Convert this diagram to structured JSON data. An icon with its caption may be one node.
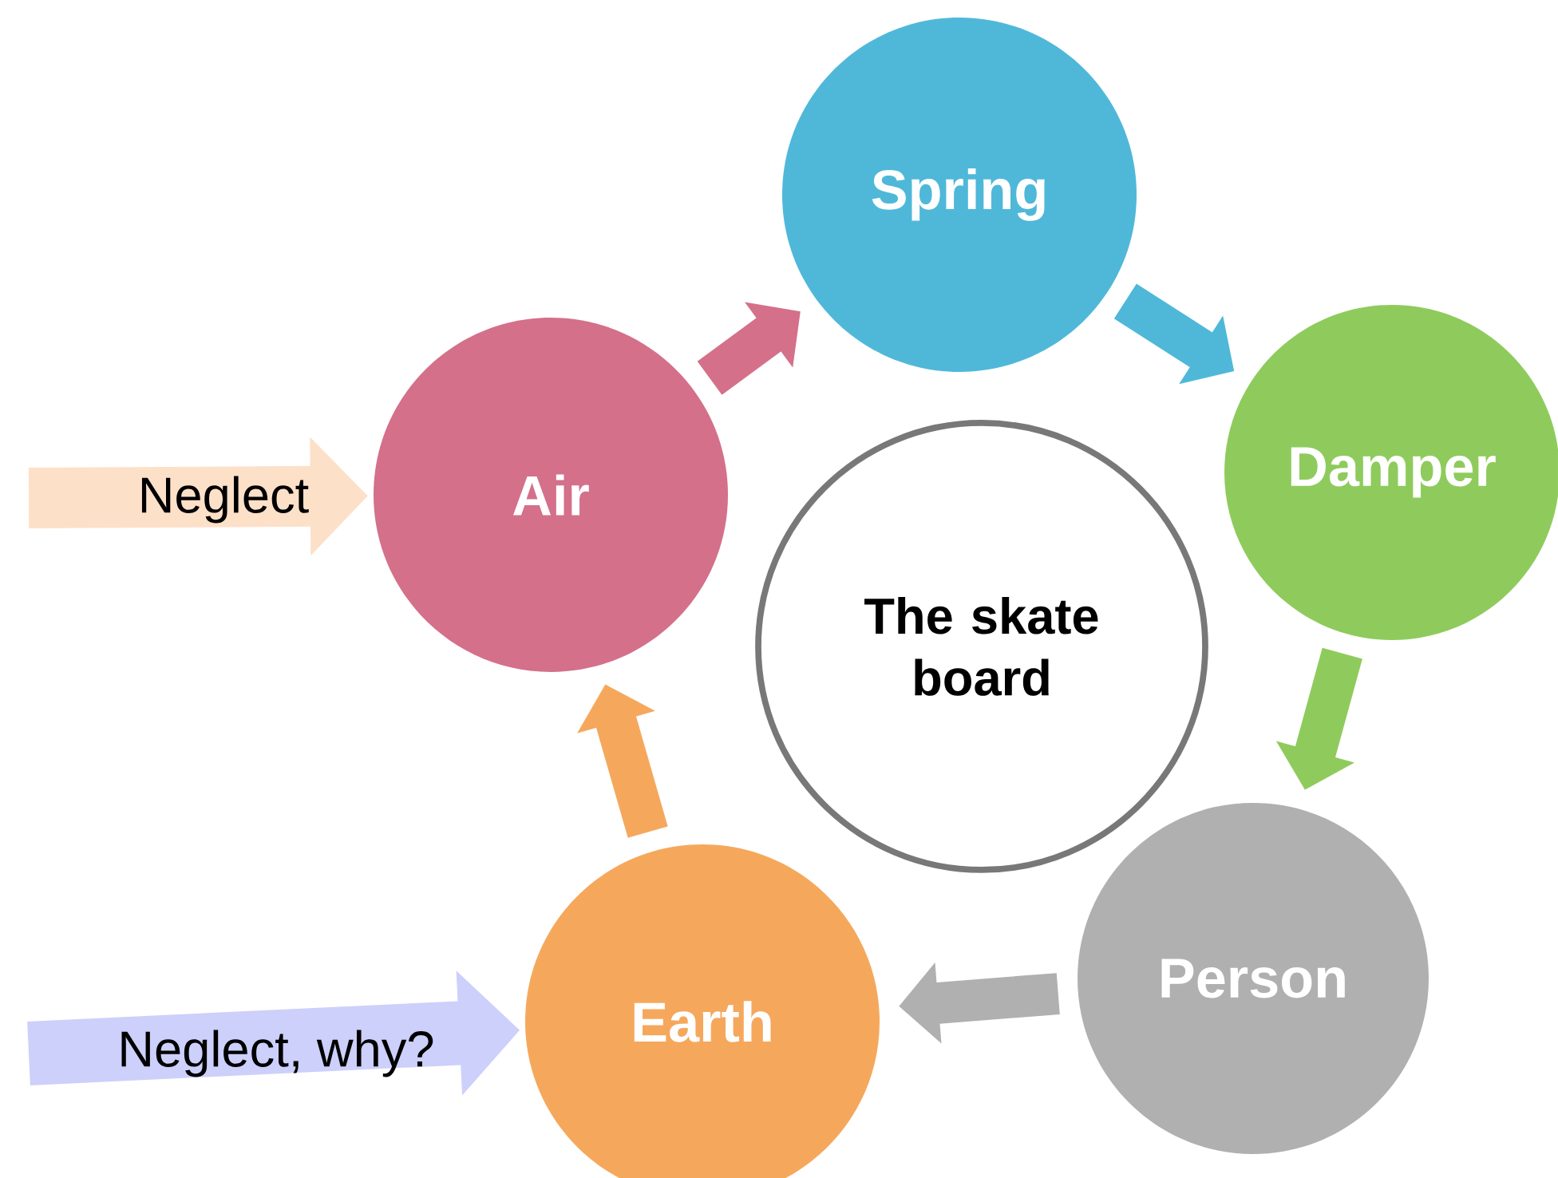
{
  "diagram": {
    "nodes": [
      {
        "text": [
          "Spring"
        ]
      },
      {
        "text": [
          "Air"
        ]
      },
      {
        "text": [
          "Damper"
        ]
      },
      {
        "text": [
          "The skate board"
        ]
      },
      {
        "text": [
          "Person"
        ]
      },
      {
        "text": [
          "Earth"
        ]
      }
    ],
    "edges": [
      {
        "from": 1,
        "to": 0,
        "arrow": "to",
        "color": "#d4708a"
      },
      {
        "from": 0,
        "to": 2,
        "arrow": "to",
        "color": "#4fb8d9"
      },
      {
        "from": 2,
        "to": 4,
        "arrow": "to",
        "color": "#8ecb5c"
      },
      {
        "from": 4,
        "to": 5,
        "arrow": "to",
        "color": "#b0b0b0"
      },
      {
        "from": 5,
        "to": 1,
        "arrow": "to",
        "color": "#f5a85c"
      },
      {
        "from": null,
        "to": 1,
        "arrow": "to",
        "label": "Neglect",
        "color": "#fde0c8"
      },
      {
        "from": null,
        "to": 5,
        "arrow": "to",
        "label": "Neglect, why?",
        "color": "#ccd0fa"
      }
    ]
  }
}
